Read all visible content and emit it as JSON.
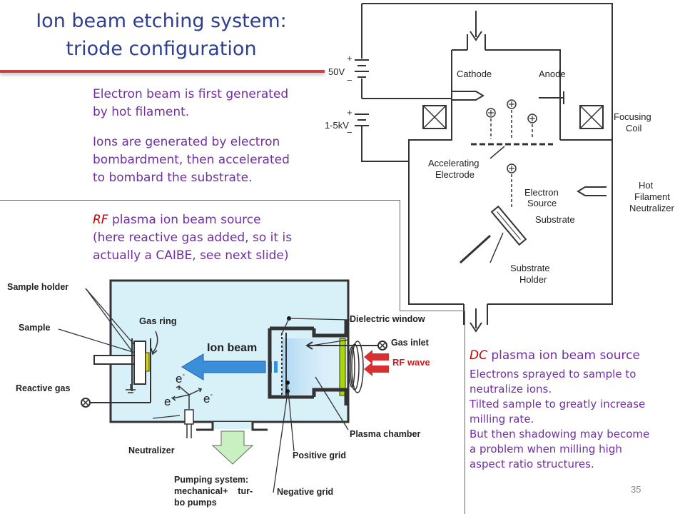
{
  "slide": {
    "title_line1": "Ion beam etching system:",
    "title_line2": "triode configuration",
    "page_number": "35"
  },
  "intro": {
    "para1_line1": "Electron beam is first generated",
    "para1_line2": "by hot filament.",
    "para2_line1": "Ions are generated by electron",
    "para2_line2": "bombardment, then accelerated",
    "para2_line3": "to bombard the substrate."
  },
  "rf_caption": {
    "heading_em": "RF",
    "heading_rest": " plasma ion beam source",
    "line2": "(here reactive gas added, so it is",
    "line3": "actually a CAIBE, see next slide)"
  },
  "dc_caption": {
    "heading_em": "DC",
    "heading_rest": " plasma ion beam source",
    "line1": "Electrons sprayed to sample to",
    "line2": "neutralize ions.",
    "line3": "Tilted sample to greatly increase",
    "line4": "milling rate.",
    "line5": "But then shadowing may become",
    "line6": "a problem when milling high",
    "line7": "aspect ratio structures."
  },
  "dc_diagram": {
    "v_low": "50V",
    "v_high": "1-5kV",
    "cathode": "Cathode",
    "anode": "Anode",
    "focusing_1": "Focusing",
    "focusing_2": "Coil",
    "accel_1": "Accelerating",
    "accel_2": "Electrode",
    "source_1": "Electron",
    "source_2": "Source",
    "hot_1": "Hot",
    "hot_2": "Filament",
    "hot_3": "Neutralizer",
    "substrate": "Substrate",
    "holder_1": "Substrate",
    "holder_2": "Holder"
  },
  "rf_diagram": {
    "sample_holder": "Sample holder",
    "sample": "Sample",
    "reactive_gas": "Reactive gas",
    "neutralizer": "Neutralizer",
    "pumping_1": "Pumping system:",
    "pumping_2": "mechanical+    tur-",
    "pumping_3": "bo pumps",
    "gas_ring": "Gas ring",
    "ion_beam": "Ion beam",
    "dielectric_window": "Dielectric window",
    "gas_inlet": "Gas inlet",
    "rf_wave": "RF wave",
    "plasma_chamber": "Plasma chamber",
    "positive_grid": "Positive grid",
    "negative_grid": "Negative grid",
    "electron": "e",
    "minus": "-"
  },
  "colors": {
    "title": "#2e3f90",
    "text": "#7030a0",
    "accent_red": "#c00000",
    "chamber_fill": "#d8f0f8",
    "beam_blue": "#3a8fd8",
    "rule": "#c8423f"
  }
}
